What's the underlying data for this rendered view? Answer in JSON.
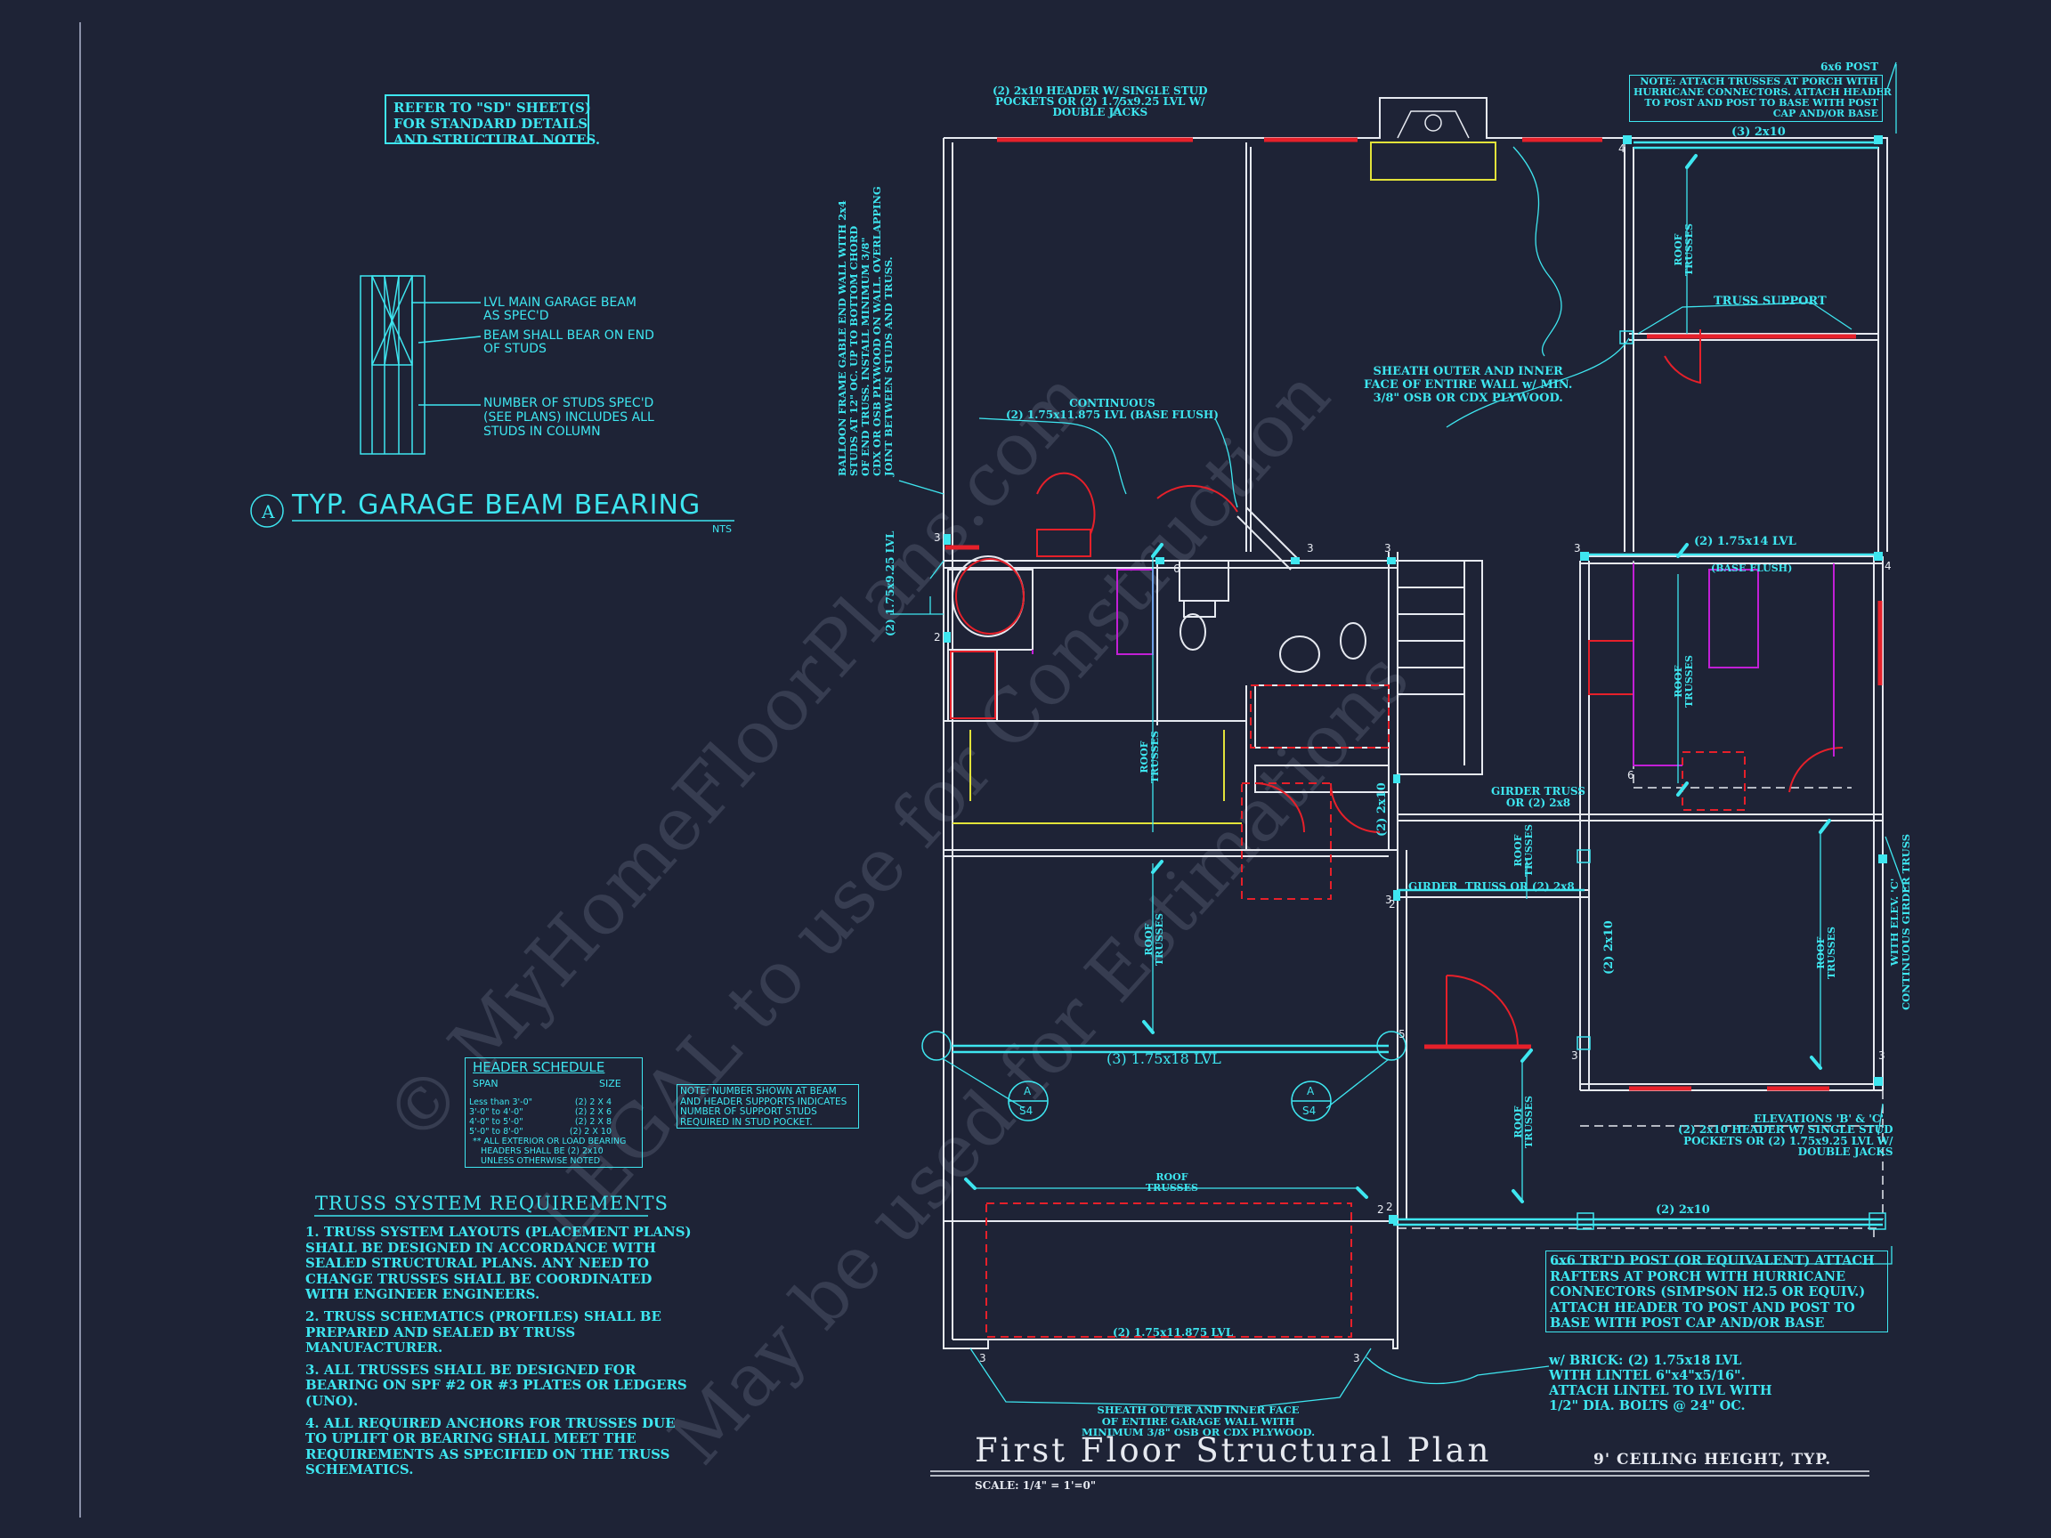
{
  "sheet": {
    "title": "First Floor Structural Plan",
    "scale": "SCALE: 1/4\" = 1'=0\"",
    "ceiling_note": "9' CEILING HEIGHT, TYP."
  },
  "watermark": {
    "line1": "© MyHomeFloorPlans.com",
    "line2": "LEGAL to use for Construction",
    "line3": "May be used for Estimations"
  },
  "refer_note": "REFER TO \"SD\" SHEET(S)\nFOR STANDARD DETAILS\nAND STRUCTURAL NOTES.",
  "detail_a": {
    "marker": "A",
    "title": "TYP. GARAGE BEAM BEARING",
    "nts": "NTS",
    "callout1": "LVL MAIN GARAGE BEAM\nAS SPEC'D",
    "callout2": "BEAM SHALL BEAR ON END\nOF STUDS",
    "callout3": "NUMBER OF STUDS SPEC'D\n(SEE PLANS) INCLUDES ALL\nSTUDS IN COLUMN"
  },
  "header_schedule": {
    "title": "HEADER SCHEDULE",
    "col_span": "SPAN",
    "col_size": "SIZE",
    "rows": [
      {
        "span": "Less than 3'-0\"",
        "size": "(2) 2 X 4"
      },
      {
        "span": "3'-0\" to 4'-0\"",
        "size": "(2) 2 X 6"
      },
      {
        "span": "4'-0\" to 5'-0\"",
        "size": "(2) 2 X 8"
      },
      {
        "span": "5'-0\" to 8'-0\"",
        "size": "(2) 2 X 10"
      }
    ],
    "footnote": "** ALL EXTERIOR OR LOAD BEARING\n   HEADERS SHALL BE (2) 2x10\n   UNLESS OTHERWISE NOTED"
  },
  "stud_note": "NOTE: NUMBER SHOWN AT BEAM\nAND HEADER SUPPORTS INDICATES\nNUMBER OF SUPPORT STUDS\nREQUIRED IN STUD POCKET.",
  "truss_requirements": {
    "title": "TRUSS SYSTEM REQUIREMENTS",
    "items": [
      "1. TRUSS SYSTEM LAYOUTS (PLACEMENT PLANS)\nSHALL BE DESIGNED IN ACCORDANCE WITH\nSEALED STRUCTURAL PLANS. ANY NEED TO\nCHANGE TRUSSES SHALL BE COORDINATED\nWITH ENGINEER ENGINEERS.",
      "2. TRUSS SCHEMATICS (PROFILES) SHALL BE\nPREPARED AND SEALED BY TRUSS\nMANUFACTURER.",
      "3. ALL TRUSSES SHALL BE DESIGNED FOR\nBEARING ON SPF #2 OR #3 PLATES OR LEDGERS\n(UNO).",
      "4. ALL REQUIRED ANCHORS FOR TRUSSES DUE\nTO UPLIFT OR BEARING SHALL MEET THE\nREQUIREMENTS AS SPECIFIED ON THE TRUSS\nSCHEMATICS."
    ]
  },
  "plan_labels": {
    "top_header": "(2) 2x10 HEADER W/ SINGLE STUD\nPOCKETS OR (2) 1.75x9.25 LVL W/\nDOUBLE JACKS",
    "porch_note": "NOTE: ATTACH TRUSSES AT PORCH WITH\nHURRICANE CONNECTORS. ATTACH HEADER\nTO POST AND POST TO BASE WITH POST\nCAP AND/OR BASE",
    "post_6x6": "6x6 POST",
    "porch_header": "(3) 2x10",
    "balloon_note": "BALLOON FRAME GABLE END WALL WITH 2x4\nSTUDS AT 12\" OC. UP TO BOTTOM CHORD\nOF END TRUSS. INSTALL MINIMUM 3/8\"\nCDX OR OSB PLYWOOD ON WALL. OVERLAPPING\nJOINT BETWEEN STUDS AND TRUSS.",
    "continuous_lvl": "CONTINUOUS\n(2) 1.75x11.875 LVL (BASE FLUSH)",
    "sheath_outer": "SHEATH OUTER AND INNER\nFACE OF ENTIRE WALL w/ MIN.\n3/8\" OSB OR CDX PLYWOOD.",
    "truss_support": "TRUSS SUPPORT",
    "roof_trusses": "ROOF\nTRUSSES",
    "lvl_1_75x14": "(2) 1.75x14 LVL",
    "base_flush": "(BASE FLUSH)",
    "lvl_left": "(2) 1.75x9.25 LVL",
    "girder_truss_1": "GIRDER TRUSS\nOR (2) 2x8",
    "girder_truss_2": "GIRDER  TRUSS OR (2) 2x8",
    "header_2x10_v": "(2) 2x10",
    "garage_beam": "(3) 1.75x18 LVL",
    "section_marker": "A",
    "section_sheet": "S4",
    "elev_bc": "ELEVATIONS 'B' & 'C'",
    "header_right": "(2) 2x10 HEADER W/ SINGLE STUD\nPOCKETS OR (2) 1.75x9.25 LVL W/\nDOUBLE JACKS",
    "elev_c_girder": "WITH ELEV. 'C'\nCONTINUOUS GIRDER TRUSS",
    "porch_2x10": "(2) 2x10",
    "garage_door_lvl": "(2) 1.75x11.875 LVL",
    "trt_post": "6x6 TRT'D POST (OR EQUIVALENT) ATTACH\nRAFTERS AT PORCH WITH HURRICANE\nCONNECTORS (SIMPSON H2.5 OR EQUIV.)\nATTACH HEADER TO POST AND POST TO\nBASE WITH POST CAP AND/OR BASE",
    "brick_lintel": "w/ BRICK: (2) 1.75x18 LVL\nWITH LINTEL 6\"x4\"x5/16\".\nATTACH LINTEL TO LVL WITH\n1/2\" DIA. BOLTS @ 24\" OC.",
    "garage_sheath": "SHEATH OUTER AND INNER FACE\nOF ENTIRE GARAGE WALL WITH\nMINIMUM 3/8\" OSB OR CDX PLYWOOD.",
    "stud_counts": [
      "3",
      "2",
      "6",
      "3",
      "3",
      "3",
      "3",
      "4",
      "4",
      "2",
      "2",
      "3",
      "5",
      "6",
      "3",
      "3",
      "2",
      "3"
    ]
  },
  "colors": {
    "background": "#1e2336",
    "cyan": "#3ee6f0",
    "wall": "#e6e9f0",
    "red": "#e6202a",
    "magenta": "#c21fd6",
    "yellow": "#e2e23a",
    "watermark": "#3a4054"
  }
}
